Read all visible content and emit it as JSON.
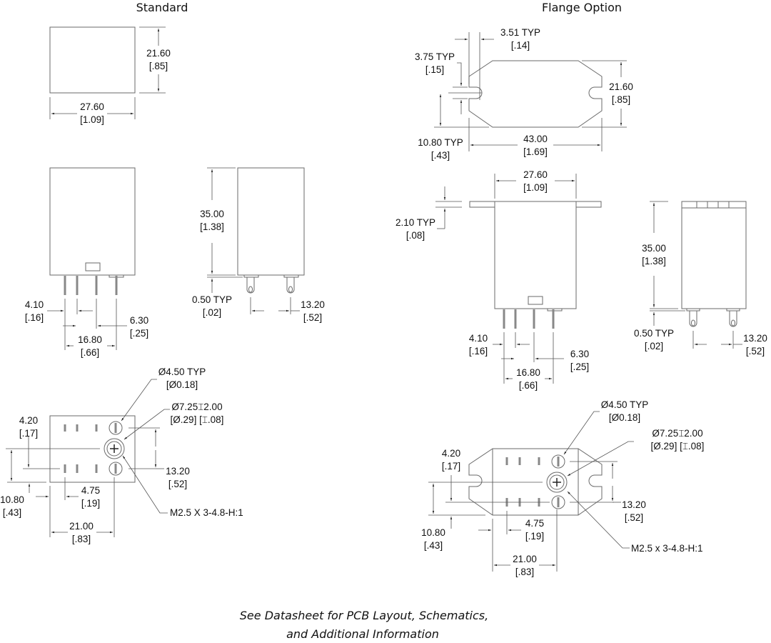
{
  "titles": {
    "standard": "Standard",
    "flange": "Flange Option"
  },
  "standard": {
    "top_view": {
      "height": "21.60",
      "height_in": "[.85]",
      "width": "27.60",
      "width_in": "[1.09]"
    },
    "front_view": {
      "pin_pitch_a": "4.10",
      "pin_pitch_a_in": "[.16]",
      "pin_pitch_b": "6.30",
      "pin_pitch_b_in": "[.25]",
      "pin_span": "16.80",
      "pin_span_in": "[.66]"
    },
    "side_view": {
      "height": "35.00",
      "height_in": "[1.38]",
      "standoff": "0.50 TYP",
      "standoff_in": "[.02]",
      "terminal_spacing": "13.20",
      "terminal_spacing_in": "[.52]"
    },
    "bottom_view": {
      "hole_dia": "Ø4.50 TYP",
      "hole_dia_in": "[Ø0.18]",
      "cbore": "Ø7.25⌶2.00",
      "cbore_in": "[Ø.29] [⌶.08]",
      "row_offset": "4.20",
      "row_offset_in": "[.17]",
      "center_offset": "10.80",
      "center_offset_in": "[.43]",
      "pin_offset": "4.75",
      "pin_offset_in": "[.19]",
      "row_spacing": "13.20",
      "row_spacing_in": "[.52]",
      "hole_x": "21.00",
      "hole_x_in": "[.83]",
      "thread": "M2.5 X 3-4.8-H:1"
    }
  },
  "flange": {
    "top_view": {
      "slot_width": "3.51 TYP",
      "slot_width_in": "[.14]",
      "slot_height": "3.75 TYP",
      "slot_height_in": "[.15]",
      "slot_center": "10.80 TYP",
      "slot_center_in": "[.43]",
      "height": "21.60",
      "height_in": "[.85]",
      "width": "43.00",
      "width_in": "[1.69]"
    },
    "front_view": {
      "body_width": "27.60",
      "body_width_in": "[1.09]",
      "flange_thk": "2.10 TYP",
      "flange_thk_in": "[.08]",
      "pin_pitch_a": "4.10",
      "pin_pitch_a_in": "[.16]",
      "pin_pitch_b": "6.30",
      "pin_pitch_b_in": "[.25]",
      "pin_span": "16.80",
      "pin_span_in": "[.66]"
    },
    "side_view": {
      "height": "35.00",
      "height_in": "[1.38]",
      "standoff": "0.50 TYP",
      "standoff_in": "[.02]",
      "terminal_spacing": "13.20",
      "terminal_spacing_in": "[.52]"
    },
    "bottom_view": {
      "hole_dia": "Ø4.50 TYP",
      "hole_dia_in": "[Ø0.18]",
      "cbore": "Ø7.25⌶2.00",
      "cbore_in": "[Ø.29] [⌶.08]",
      "row_offset": "4.20",
      "row_offset_in": "[.17]",
      "center_offset": "10.80",
      "center_offset_in": "[.43]",
      "pin_offset": "4.75",
      "pin_offset_in": "[.19]",
      "row_spacing": "13.20",
      "row_spacing_in": "[.52]",
      "hole_x": "21.00",
      "hole_x_in": "[.83]",
      "thread": "M2.5 x 3-4.8-H:1"
    }
  },
  "footer": {
    "line1": "See Datasheet for PCB Layout, Schematics,",
    "line2": "and Additional Information"
  }
}
